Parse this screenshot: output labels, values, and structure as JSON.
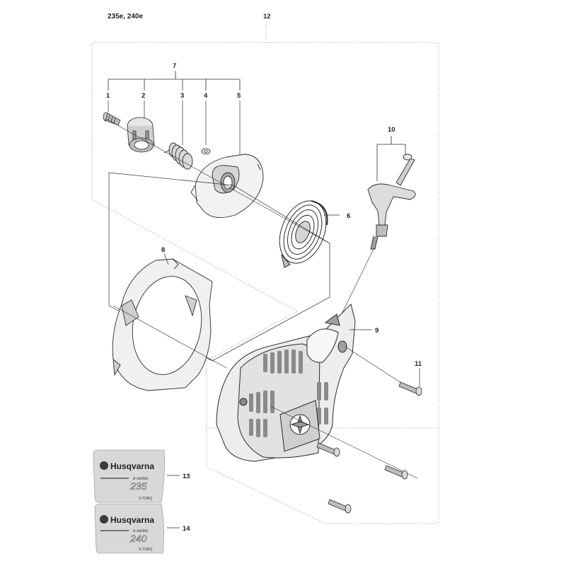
{
  "header": {
    "models": "235e, 240e"
  },
  "callouts": {
    "c1": "1",
    "c2": "2",
    "c3": "3",
    "c4": "4",
    "c5": "5",
    "c6": "6",
    "c7": "7",
    "c8": "8",
    "c9": "9",
    "c10": "10",
    "c11": "11",
    "c12": "12",
    "c13": "13",
    "c14": "14"
  },
  "decals": {
    "d235": {
      "brand": "Husqvarna",
      "series": "e-series",
      "model": "235",
      "code": "X-TORQ"
    },
    "d240": {
      "brand": "Husqvarna",
      "series": "e-series",
      "model": "240",
      "code": "X-TORQ"
    }
  },
  "colors": {
    "line": "#2b2b2b",
    "shade": "#bdbdbd",
    "light": "#e4e4e4"
  }
}
